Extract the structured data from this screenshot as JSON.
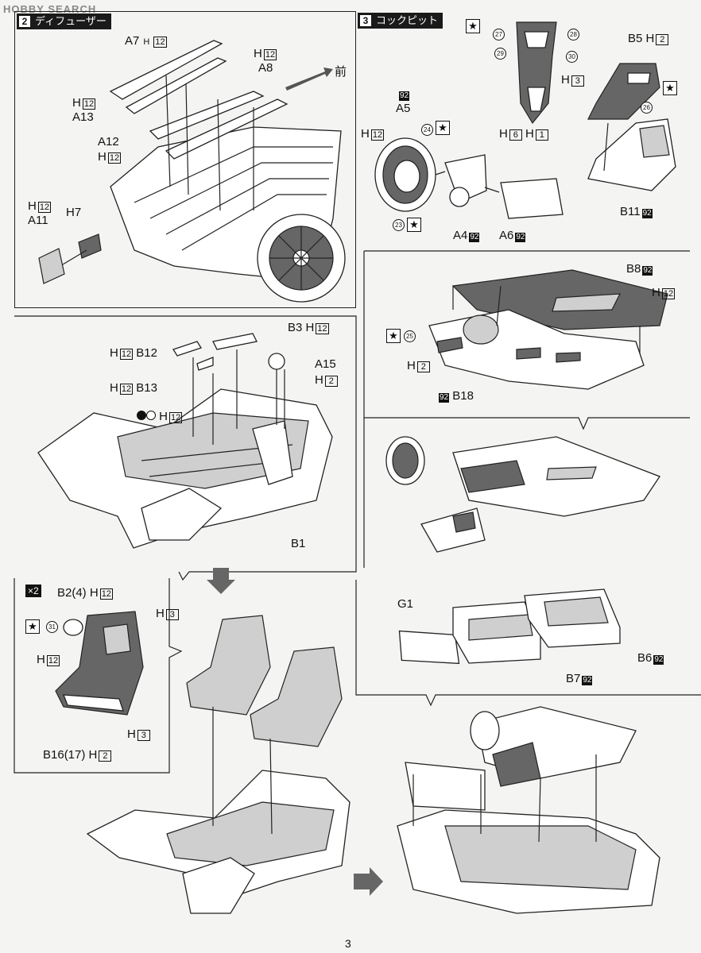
{
  "watermark": "HOBBY SEARCH",
  "page_number": "3",
  "front_label": "前",
  "step2": {
    "number": "2",
    "title": "ディフューザー",
    "labels": [
      {
        "part": "A7",
        "code": "12",
        "pre": "H"
      },
      {
        "part": "A8",
        "code": "12",
        "pre": "H"
      },
      {
        "part": "A13",
        "code": "12",
        "pre": "H"
      },
      {
        "part": "A12",
        "code": "12",
        "pre": "H"
      },
      {
        "part": "A11",
        "code": "12",
        "pre": "H"
      },
      {
        "part": "H7"
      }
    ]
  },
  "step3": {
    "number": "3",
    "title": "コックピット",
    "decals": [
      "27",
      "28",
      "29",
      "30",
      "24",
      "23",
      "26",
      "25",
      "31"
    ],
    "labels": {
      "b5": "B5",
      "b5_code": "2",
      "a5": "A5",
      "a5_paint": "92",
      "h3": "3",
      "h6": "6",
      "h1": "1",
      "h12": "12",
      "a4": "A4",
      "a4_paint": "92",
      "a6": "A6",
      "a6_paint": "92",
      "b11": "B11",
      "b11_paint": "92",
      "b8": "B8",
      "b8_paint": "92",
      "b8_code": "12",
      "b18": "B18",
      "b18_paint": "92",
      "b18_code": "2",
      "g1": "G1",
      "b6": "B6",
      "b6_paint": "92",
      "b7": "B7",
      "b7_paint": "92"
    }
  },
  "body_section": {
    "b3": "B3",
    "b3_code": "12",
    "b12": "B12",
    "b12_code": "12",
    "b13": "B13",
    "b13_code": "12",
    "a15": "A15",
    "a15_code": "2",
    "floor_code": "12",
    "b1": "B1"
  },
  "seat_section": {
    "multiplier": "×2",
    "b2": "B2(4)",
    "b2_code": "12",
    "b16": "B16(17)",
    "b16_code": "2",
    "h3": "3",
    "h12": "12"
  }
}
